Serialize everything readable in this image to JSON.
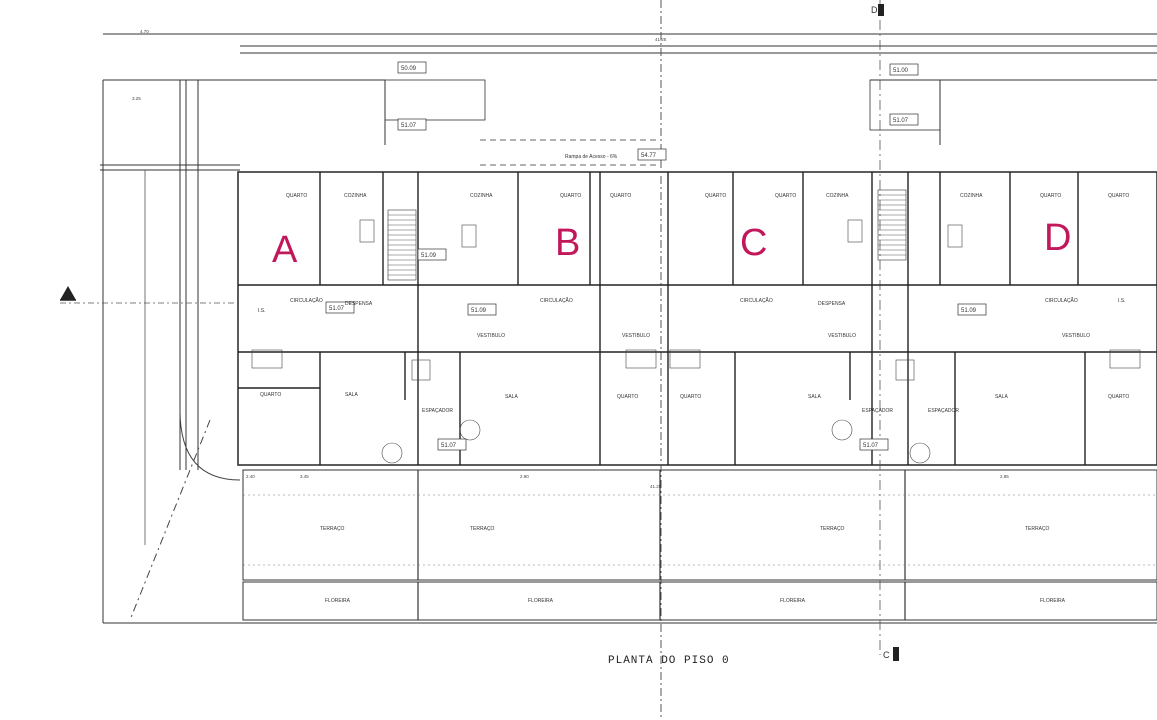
{
  "title": "PLANTA DO PISO 0",
  "units": [
    {
      "letter": "A",
      "color": "#c2185b"
    },
    {
      "letter": "B",
      "color": "#c2185b"
    },
    {
      "letter": "C",
      "color": "#c2185b"
    },
    {
      "letter": "D",
      "color": "#c2185b"
    }
  ],
  "level_tags": [
    "50.09",
    "51.07",
    "51.09",
    "51.07",
    "51.09",
    "51.07",
    "51.09",
    "54.77",
    "51.00",
    "51.07",
    "51.07"
  ],
  "room_labels": {
    "quarto": "QUARTO",
    "cozinha": "COZINHA",
    "sala": "SALA",
    "desp": "DESPENSA",
    "circ": "CIRCULAÇÃO",
    "vest": "VESTIBULO",
    "wc": "I.S.",
    "esp": "ESPAÇADOR",
    "terraco": "TERRAÇO",
    "floreira": "FLOREIRA",
    "rampa": "Rampa de Acesso - 6%"
  },
  "dims": {
    "top_total": "41.25",
    "mid_total": "41.25",
    "d1": "4.70",
    "d2": "3.25",
    "d3": "2.40",
    "d4": "3.45",
    "d5": "2.90",
    "d6": "2.85"
  },
  "marks": {
    "section_top": "D",
    "section_bottom": "C"
  }
}
